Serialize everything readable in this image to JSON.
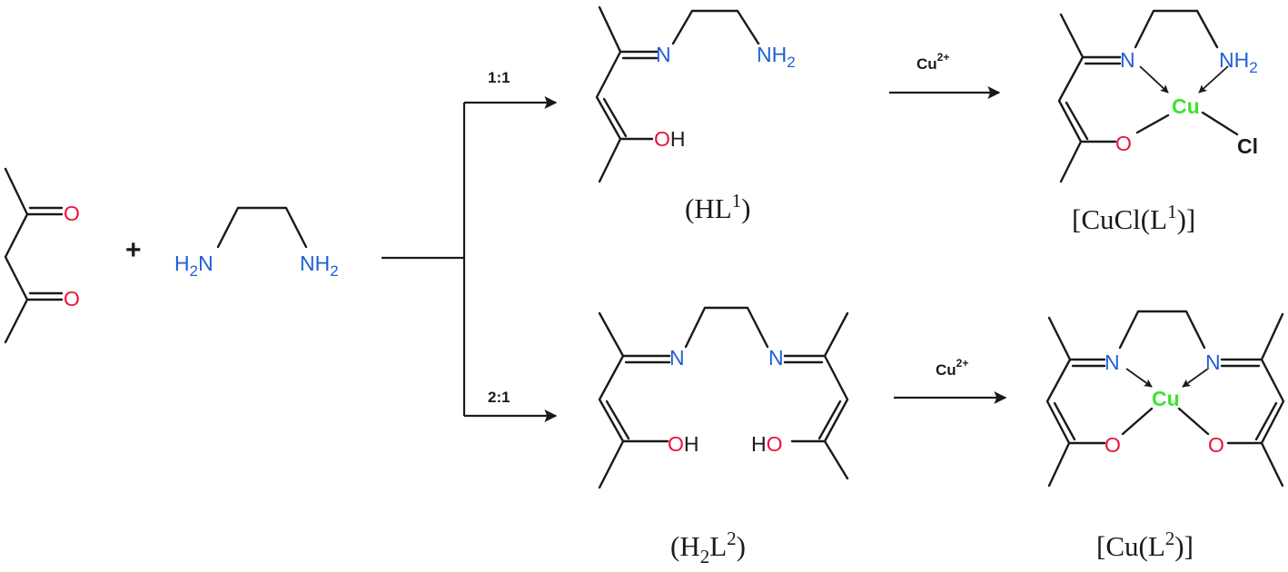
{
  "atoms": {
    "oxygen": "O",
    "nitrogen": "N",
    "copper": "Cu",
    "chlorine": "Cl",
    "hydrogen": "H",
    "nh_prefix": "NH",
    "h_subscript": "2"
  },
  "reagents": {
    "plus_sign": "+"
  },
  "conditions": {
    "ratio_1_1": "1:1",
    "ratio_2_1": "2:1",
    "metal_ion": "Cu",
    "metal_charge": "2+"
  },
  "compound_labels": {
    "hl1": {
      "text": "(HL",
      "sup": "1",
      "tail": ")"
    },
    "cucl_l1": {
      "text": "[CuCl(L",
      "sup": "1",
      "tail": ")]"
    },
    "h2l2": {
      "pre": "(H",
      "sub": "2",
      "mid": "L",
      "sup": "2",
      "tail": ")"
    },
    "cu_l2": {
      "text": "[Cu(L",
      "sup": "2",
      "tail": ")]"
    }
  },
  "colors": {
    "oxygen": "#e8133a",
    "nitrogen": "#1f5fd6",
    "copper": "#3ee32e",
    "bonds": "#1a1a1a"
  }
}
